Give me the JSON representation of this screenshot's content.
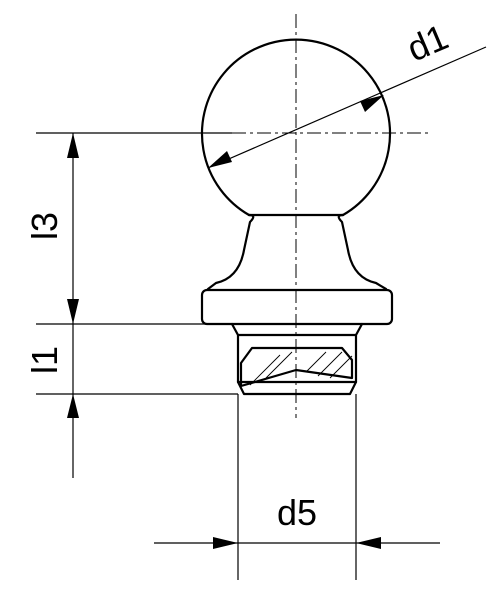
{
  "dimensions": {
    "d1": "d1",
    "d5": "d5",
    "l1": "l1",
    "l3": "l3"
  }
}
